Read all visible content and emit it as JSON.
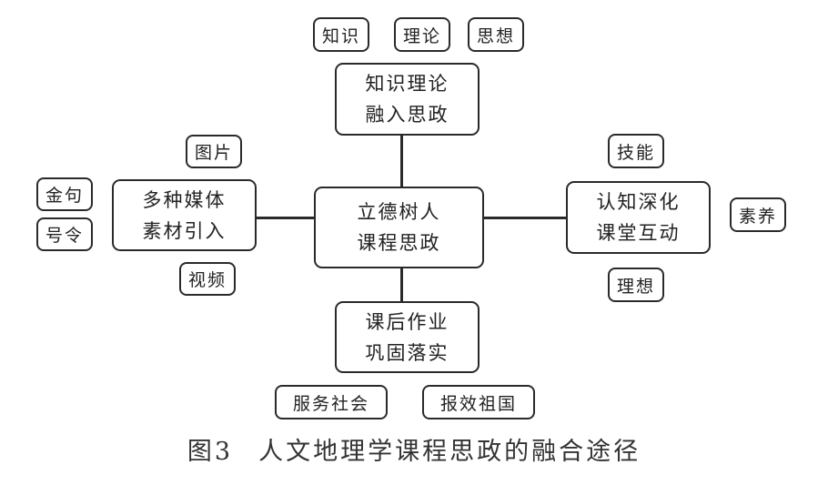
{
  "center": {
    "line1": "立德树人",
    "line2": "课程思政"
  },
  "top": {
    "line1": "知识理论",
    "line2": "融入思政",
    "tags": [
      "知识",
      "理论",
      "思想"
    ]
  },
  "left": {
    "line1": "多种媒体",
    "line2": "素材引入",
    "tags": [
      "图片",
      "视频",
      "金句",
      "号令"
    ]
  },
  "right": {
    "line1": "认知深化",
    "line2": "课堂互动",
    "tags": [
      "技能",
      "理想",
      "素养"
    ]
  },
  "bottom": {
    "line1": "课后作业",
    "line2": "巩固落实",
    "tags": [
      "服务社会",
      "报效祖国"
    ]
  },
  "caption": {
    "number": "图3",
    "title": "人文地理学课程思政的融合途径"
  }
}
